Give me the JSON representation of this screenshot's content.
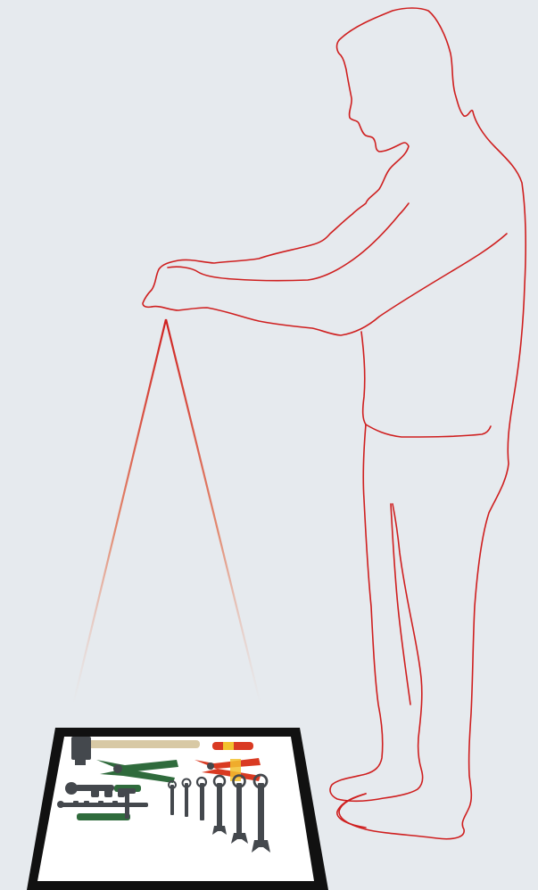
{
  "colors": {
    "background": "#e6eaee",
    "outline": "#cf1f1f",
    "tray_frame": "#111111",
    "tray_surface": "#ffffff",
    "tool_green": "#2f6b3c",
    "tool_red": "#d93a22",
    "tool_yellow": "#f2c12e",
    "tool_steel": "#44484d",
    "hammer_handle": "#d8c9a5"
  },
  "illustration": {
    "figure": "person-outline",
    "beam": "laser-beam",
    "tray": "tool-shadow-board",
    "tools": [
      "hammer",
      "screwdriver",
      "pliers",
      "wire-cutters",
      "ratchet",
      "sockets",
      "extension-bar",
      "t-handle-wrench",
      "open-end-wrenches"
    ]
  }
}
